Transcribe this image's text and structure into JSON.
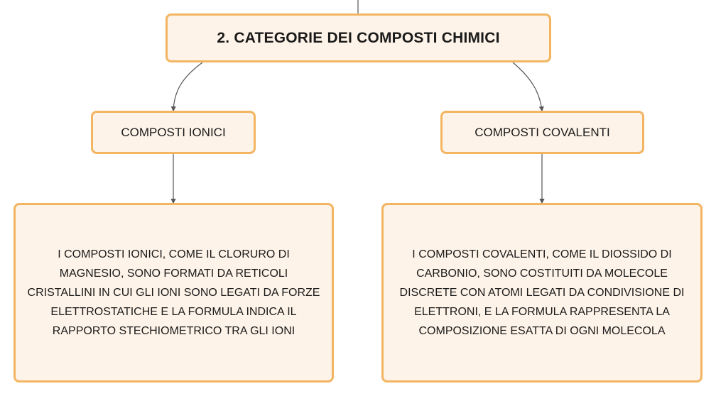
{
  "diagram": {
    "root": {
      "label": "2. CATEGORIE DEI COMPOSTI CHIMICI"
    },
    "categories": [
      {
        "label": "COMPOSTI IONICI",
        "description": "I COMPOSTI IONICI, COME IL CLORURO DI MAGNESIO, SONO FORMATI DA RETICOLI CRISTALLINI IN CUI GLI IONI SONO LEGATI DA FORZE ELETTROSTATICHE E LA FORMULA INDICA IL RAPPORTO STECHIOMETRICO TRA GLI IONI"
      },
      {
        "label": "COMPOSTI COVALENTI",
        "description": "I COMPOSTI COVALENTI, COME IL DIOSSIDO DI CARBONIO, SONO COSTITUITI DA MOLECOLE DISCRETE CON ATOMI LEGATI DA CONDIVISIONE DI ELETTRONI, E LA FORMULA RAPPRESENTA LA COMPOSIZIONE ESATTA DI OGNI MOLECOLA"
      }
    ]
  },
  "colors": {
    "node_fill": "#fef3e8",
    "node_border": "#f3b561",
    "connector": "#555555"
  }
}
